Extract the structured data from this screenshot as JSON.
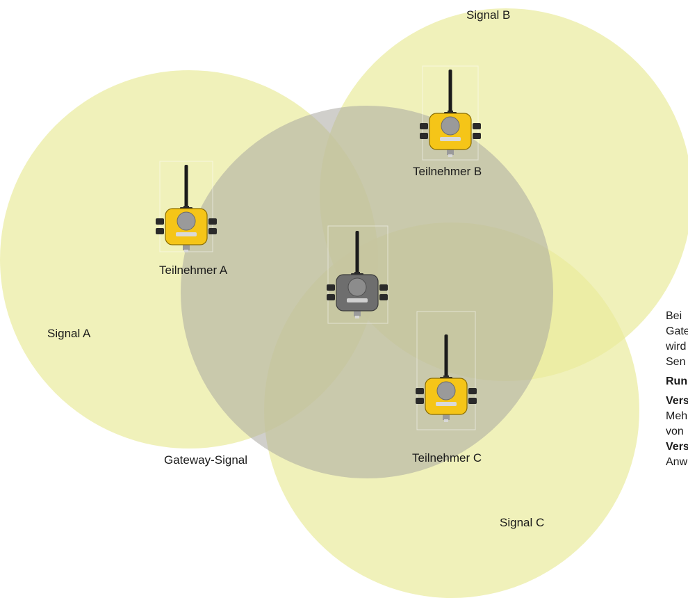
{
  "labels": {
    "signal_a": "Signal A",
    "signal_b": "Signal B",
    "signal_c": "Signal C",
    "gateway_signal": "Gateway-Signal",
    "node_a": "Teilnehmer A",
    "node_b": "Teilnehmer B",
    "node_c": "Teilnehmer C"
  },
  "side_text": {
    "line1": "Bei",
    "line2": "Gate",
    "line3": "wird",
    "line4": "Sen",
    "line5": "Run",
    "line6": "Vers",
    "line7": "Meh",
    "line8": "von",
    "line9": "Vers",
    "line10": "Anw"
  },
  "colors": {
    "signal_fill": "#eaeb9c",
    "gateway_fill": "#b2b2ac",
    "device_yellow": "#f5c518",
    "gateway_device": "#6e6e6e"
  },
  "icons": {
    "node": "wireless-node-icon",
    "gateway": "wireless-gateway-icon"
  }
}
